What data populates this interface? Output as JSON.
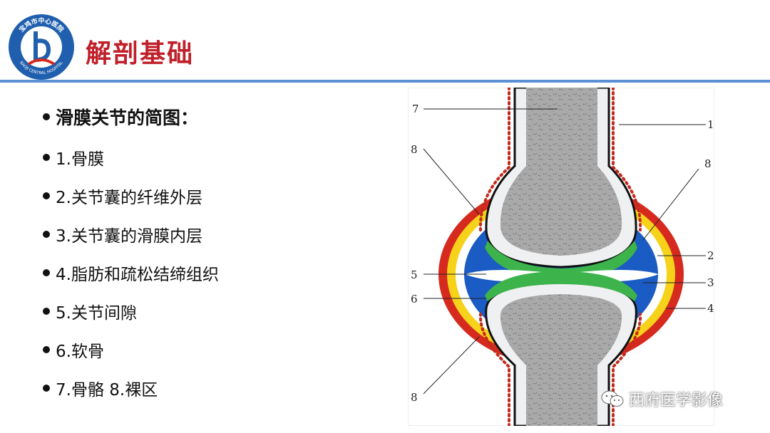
{
  "header": {
    "title": "解剖基础",
    "logo_top_text": "宝鸡市中心医院",
    "logo_bottom_text": "BAOJI CENTRAL HOSPITAL"
  },
  "content": {
    "heading": "滑膜关节的简图：",
    "items": [
      "1.骨膜",
      "2.关节囊的纤维外层",
      "3.关节囊的滑膜内层",
      "4.脂肪和疏松结缔组织",
      "5.关节间隙",
      "6.软骨",
      "7.骨骼 8.裸区"
    ]
  },
  "diagram": {
    "labels": [
      "7",
      "1",
      "8",
      "8",
      "2",
      "5",
      "3",
      "6",
      "4",
      "8"
    ]
  },
  "watermark": {
    "text": "西府医学影像"
  },
  "colors": {
    "title": "#c0202a",
    "rule": "#5b8fd6",
    "bone": "#a8a8a8",
    "cartilage": "#3cb44b",
    "fibrous_red": "#d62a1e",
    "yellow": "#f7d21a",
    "blue": "#1a5bc4",
    "periosteum_dots": "#c22a1e"
  }
}
